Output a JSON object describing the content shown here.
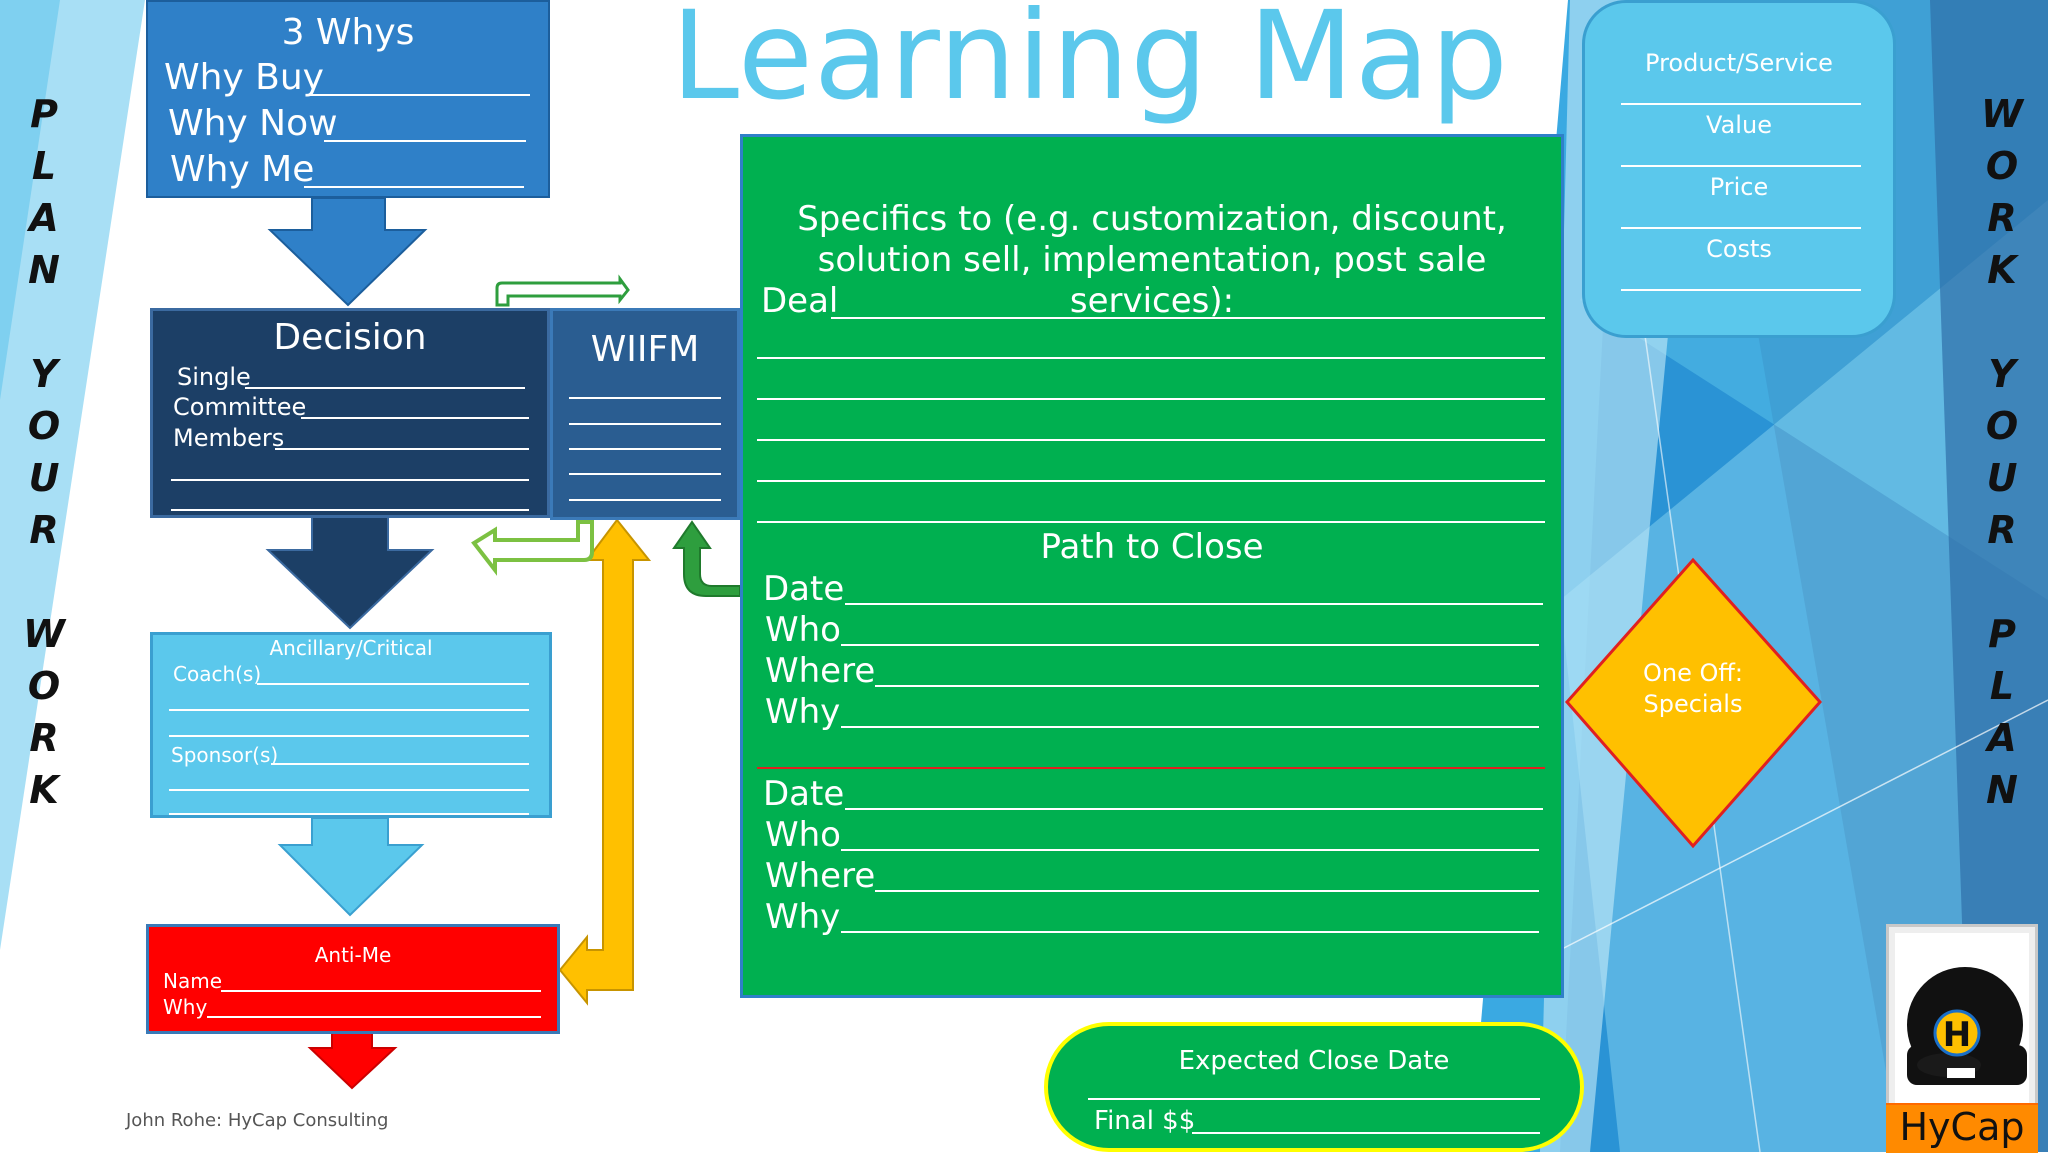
{
  "title": "Learning Map",
  "side_left": [
    "P",
    "L",
    "A",
    "N",
    "",
    "Y",
    "O",
    "U",
    "R",
    "",
    "W",
    "O",
    "R",
    "K"
  ],
  "side_right": [
    "W",
    "O",
    "R",
    "K",
    "",
    "Y",
    "O",
    "U",
    "R",
    "",
    "P",
    "L",
    "A",
    "N"
  ],
  "whys": {
    "heading": "3 Whys",
    "rows": [
      "Why Buy",
      "Why Now",
      "Why Me"
    ]
  },
  "decision": {
    "heading": "Decision",
    "rows": [
      "Single",
      "Committee",
      "Members"
    ]
  },
  "wiifm": {
    "heading": "WIIFM"
  },
  "ancillary": {
    "heading": "Ancillary/Critical",
    "coach": "Coach(s)",
    "sponsor": "Sponsor(s)"
  },
  "antime": {
    "heading": "Anti-Me",
    "rows": [
      "Name",
      "Why"
    ]
  },
  "specifics": {
    "text": "Specifics to (e.g. customization, discount, solution sell, implementation, post sale services):",
    "deal": "Deal"
  },
  "path": {
    "heading": "Path to Close",
    "labels": [
      "Date",
      "Who",
      "Where",
      "Why"
    ]
  },
  "product": {
    "items": [
      "Product/Service",
      "Value",
      "Price",
      "Costs"
    ]
  },
  "oneoff": {
    "text": "One Off: Specials"
  },
  "close": {
    "heading": "Expected Close Date",
    "final": "Final $$"
  },
  "footer": "John Rohe: HyCap Consulting",
  "logo": {
    "text": "HyCap",
    "letter": "H"
  },
  "colors": {
    "title": "#5bc8ec",
    "green": "#00b050",
    "red": "#ff0000",
    "gold": "#ffc000",
    "navy": "#1c3f66",
    "blue": "#2f80c8",
    "light": "#5bc8ec"
  }
}
